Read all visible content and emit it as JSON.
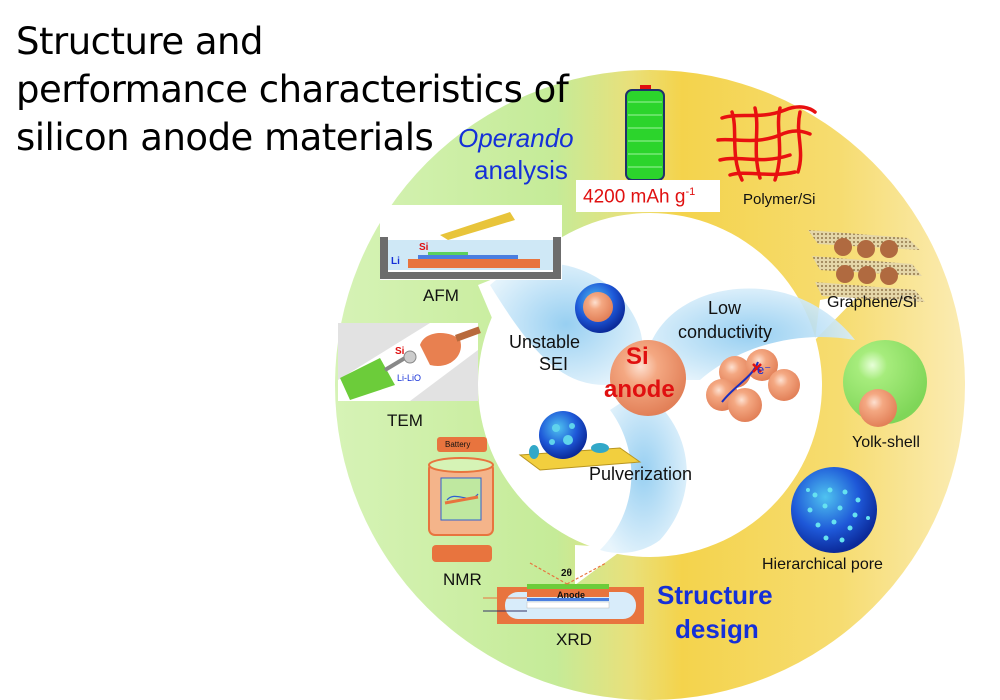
{
  "title": {
    "lines": [
      "Structure and",
      "performance characteristics of",
      "silicon anode materials"
    ]
  },
  "center": {
    "line1": "Si",
    "line2": "anode",
    "color": "#e81c1c"
  },
  "challenges": [
    {
      "label_line1": "Unstable",
      "label_line2": "SEI"
    },
    {
      "label_line1": "Low",
      "label_line2": "conductivity",
      "electron_symbol": "e⁻"
    },
    {
      "label_line1": "Pulverization"
    }
  ],
  "sections": {
    "operando": {
      "heading_line1": "Operando",
      "heading_line2": "analysis",
      "color": "#1a3cd6",
      "techniques": [
        {
          "name": "AFM",
          "inset_labels": [
            "Si",
            "Li"
          ]
        },
        {
          "name": "TEM",
          "inset_labels": [
            "Si",
            "Li-LiO"
          ]
        },
        {
          "name": "NMR",
          "inset_labels": [
            "Battery"
          ]
        },
        {
          "name": "XRD",
          "inset_labels": [
            "2θ",
            "Anode"
          ]
        }
      ]
    },
    "structure": {
      "heading_line1": "Structure",
      "heading_line2": "design",
      "color": "#1a3cd6",
      "capacity_label": "4200 mAh g",
      "capacity_superscript": "-1",
      "designs": [
        {
          "name": "Polymer/Si"
        },
        {
          "name": "Graphene/Si"
        },
        {
          "name": "Yolk-shell"
        },
        {
          "name": "Hierarchical pore"
        }
      ]
    }
  },
  "colors": {
    "green_ring": "#c9ee9a",
    "yellow_ring": "#f5d24a",
    "inner_blue": "#a9d8f2",
    "si_particle": "#f1a27c"
  }
}
